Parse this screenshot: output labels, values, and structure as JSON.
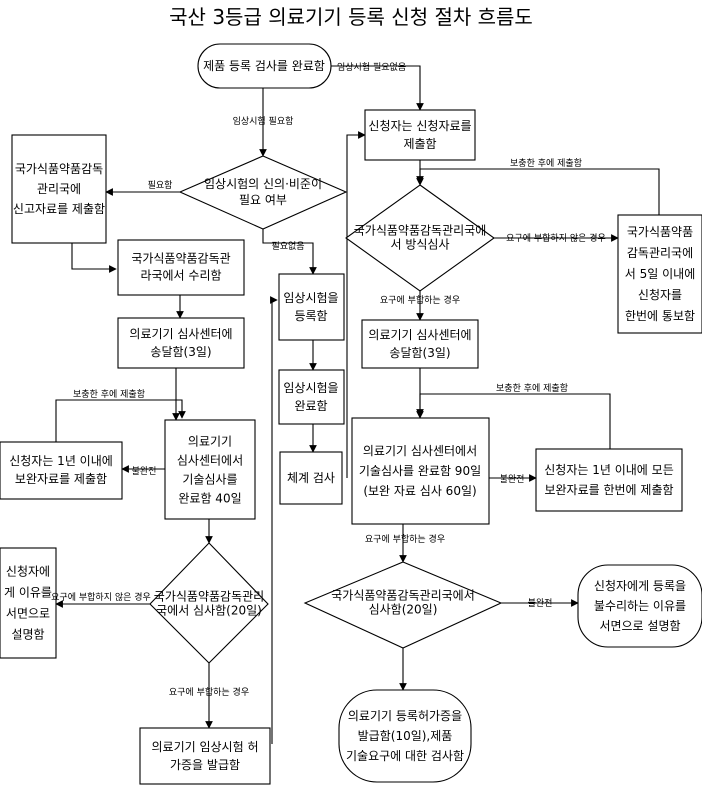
{
  "title": "국산 3등급 의료기기 등록 신청 절차 흐름도",
  "nodes": {
    "start": [
      "제품 등록 검사를 완료함"
    ],
    "clinical_review": [
      "임상시험의 신의·비준이",
      "필요 여부"
    ],
    "notify_report": [
      "국가식품약품감독",
      "관리국에",
      "신고자료를 제출함"
    ],
    "accept": [
      "국가식품약품감독관",
      "라국에서 수리함"
    ],
    "send_left": [
      "의료기기 심사센터에",
      "송달함(3일)"
    ],
    "supplement_left": [
      "신청자는 1년 이내에",
      "보완자료를 제출함"
    ],
    "tech_review_left": [
      "의료기기",
      "심사센터에서",
      "기술심사를",
      "완료함 40일"
    ],
    "explain_left": [
      "신청자에",
      "게 이유를",
      "서면으로",
      "설명함"
    ],
    "admin_review_left": [
      "국가식품약품감독관리",
      "국에서 심사함(20일)"
    ],
    "issue_trial": [
      "의료기기 임상시험 허",
      "가증을 발급함"
    ],
    "register_trial": [
      "임상시험을",
      "등록함"
    ],
    "complete_trial": [
      "임상시험을",
      "완료함"
    ],
    "system_check": [
      "체계 검사"
    ],
    "submit": [
      "신청자는 신청자료를",
      "제출함"
    ],
    "form_review": [
      "국가식품약품감독관리국에",
      "서 방식심사"
    ],
    "notify_once": [
      "국가식품약품",
      "감독관리국에",
      "서 5일 이내에",
      "신청자를",
      "한번에 통보함"
    ],
    "send_right": [
      "의료기기 심사센터에",
      "송달함(3일)"
    ],
    "tech_review_right": [
      "의료기기 심사센터에서",
      "기술심사를 완료함 90일",
      "(보완 자료 심사 60일)"
    ],
    "supplement_right": [
      "신청자는 1년 이내에 모든",
      "보완자료를 한번에 제출함"
    ],
    "admin_review_right": [
      "국가식품약품감독관리국에서",
      "심사함(20일)"
    ],
    "explain_right": [
      "신청자에게 등록을",
      "불수리하는 이유를",
      "서면으로 설명함"
    ],
    "issue_cert": [
      "의료기기 등록허가증을",
      "발급함(10일),제품",
      "기술요구에 대한 검사함"
    ]
  },
  "edge_labels": {
    "trial_not_needed_top": "임상시험 필요없음",
    "trial_needed": "임상시험 필요함",
    "needed": "필요함",
    "not_needed": "필요없음",
    "supp_submit_left": "보충한 후에 제출함",
    "incomplete_left": "불완전",
    "not_meet_left": "요구에 부합하지 않은 경우",
    "meet_left": "요구에 부합하는 경우",
    "supp_submit_right1": "보충한 후에 제출함",
    "not_meet_right": "요구에 부합하지 않은 경우",
    "meet_right1": "요구에 부합하는 경우",
    "supp_submit_right2": "보충한 후에 제출함",
    "incomplete_right": "불완전",
    "meet_right2": "요구에 부합하는 경우",
    "incomplete_right2": "불완전"
  }
}
